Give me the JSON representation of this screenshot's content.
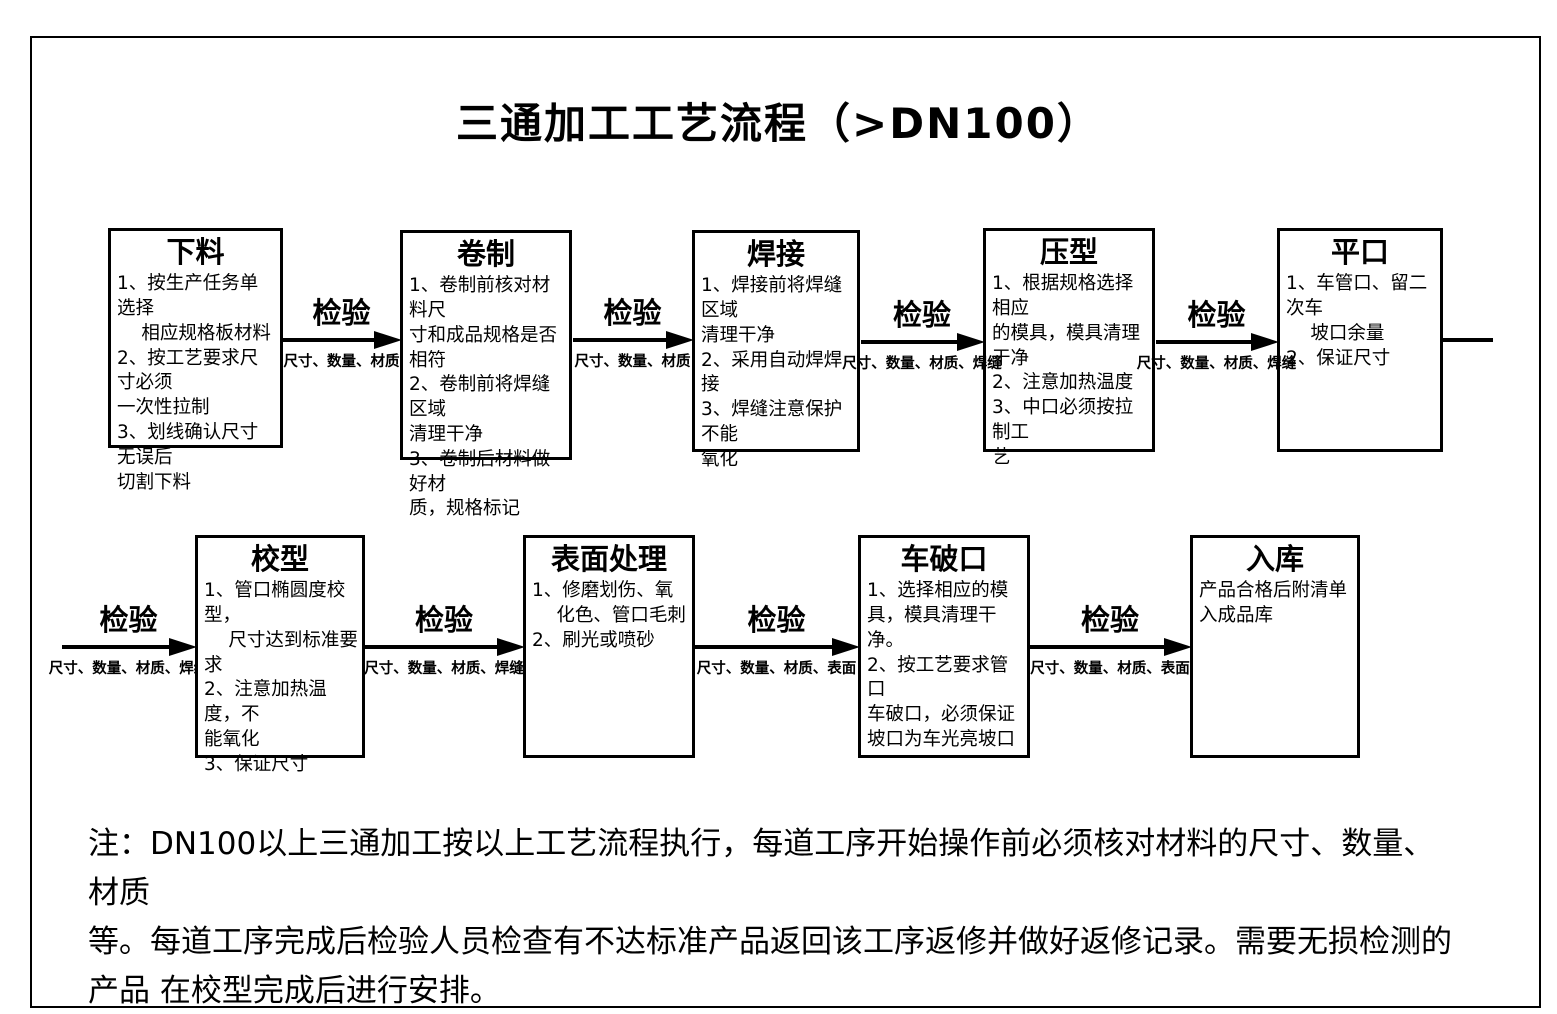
{
  "title": "三通加工工艺流程（>DN100）",
  "boxes": [
    {
      "title": "下料",
      "body": "1、按生产任务单选择\n　 相应规格板材料\n2、按工艺要求尺寸必须\n一次性拉制\n3、划线确认尺寸无误后\n切割下料"
    },
    {
      "title": "卷制",
      "body": "1、卷制前核对材料尺\n寸和成品规格是否相符\n2、卷制前将焊缝区域\n清理干净\n3、卷制后材料做好材\n质，规格标记"
    },
    {
      "title": "焊接",
      "body": "1、焊接前将焊缝区域\n清理干净\n2、采用自动焊焊接\n3、焊缝注意保护不能\n氧化"
    },
    {
      "title": "压型",
      "body": "1、根据规格选择相应\n的模具，模具清理干净\n2、注意加热温度\n3、中口必须按拉制工\n艺"
    },
    {
      "title": "平口",
      "body": "1、车管口、留二次车\n　 坡口余量\n2、保证尺寸"
    },
    {
      "title": "校型",
      "body": "1、管口椭圆度校型，\n　 尺寸达到标准要求\n2、注意加热温度，不\n能氧化\n3、保证尺寸"
    },
    {
      "title": "表面处理",
      "body": "1、修磨划伤、氧\n　 化色、管口毛刺\n2、刷光或喷砂"
    },
    {
      "title": "车破口",
      "body": "1、选择相应的模\n具，模具清理干净。\n2、按工艺要求管口\n车破口，必须保证\n坡口为车光亮坡口"
    },
    {
      "title": "入库",
      "body": "产品合格后附清单\n入成品库"
    }
  ],
  "arrows": [
    {
      "label": "检验",
      "sublabel": "尺寸、数量、材质"
    },
    {
      "label": "检验",
      "sublabel": "尺寸、数量、材质"
    },
    {
      "label": "检验",
      "sublabel": "尺寸、数量、材质、焊缝"
    },
    {
      "label": "检验",
      "sublabel": "尺寸、数量、材质、焊缝"
    },
    {
      "label": "检验",
      "sublabel": "尺寸、数量、材质、焊缝"
    },
    {
      "label": "检验",
      "sublabel": "尺寸、数量、材质、焊缝"
    },
    {
      "label": "检验",
      "sublabel": "尺寸、数量、材质、表面"
    },
    {
      "label": "检验",
      "sublabel": "尺寸、数量、材质、表面"
    }
  ],
  "note": {
    "text": "注：DN100以上三通加工按以上工艺流程执行，每道工序开始操作前必须核对材料的尺寸、数量、材质\n等。每道工序完成后检验人员检查有不达标准产品返回该工序返修并做好返修记录。需要无损检测的\n产品 在校型完成后进行安排。"
  }
}
